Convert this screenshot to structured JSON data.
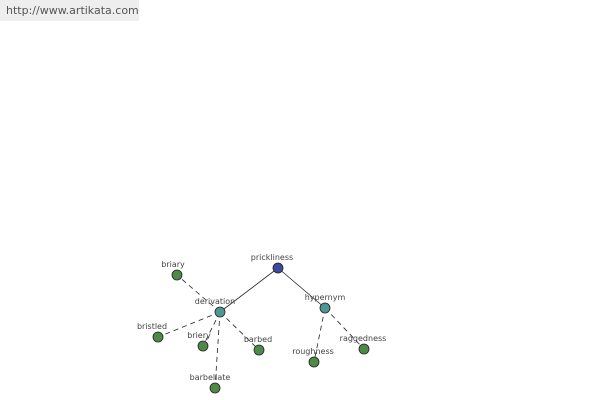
{
  "header": {
    "url": "http://www.artikata.com"
  },
  "graph": {
    "colors": {
      "root": "#3d4a9e",
      "relation": "#4f9795",
      "leaf": "#4d8a47",
      "node_stroke": "#222222",
      "edge": "#222222"
    },
    "nodes": [
      {
        "id": "prickliness",
        "label": "prickliness",
        "kind": "root"
      },
      {
        "id": "derivation",
        "label": "derivation",
        "kind": "relation"
      },
      {
        "id": "hypernym",
        "label": "hypernym",
        "kind": "relation"
      },
      {
        "id": "briary",
        "label": "briary",
        "kind": "leaf"
      },
      {
        "id": "bristled",
        "label": "bristled",
        "kind": "leaf"
      },
      {
        "id": "briery",
        "label": "briery",
        "kind": "leaf"
      },
      {
        "id": "barbellate",
        "label": "barbellate",
        "kind": "leaf"
      },
      {
        "id": "barbed",
        "label": "barbed",
        "kind": "leaf"
      },
      {
        "id": "roughness",
        "label": "roughness",
        "kind": "leaf"
      },
      {
        "id": "raggedness",
        "label": "raggedness",
        "kind": "leaf"
      }
    ],
    "edges": [
      {
        "from": "prickliness",
        "to": "derivation",
        "style": "solid"
      },
      {
        "from": "prickliness",
        "to": "hypernym",
        "style": "solid"
      },
      {
        "from": "derivation",
        "to": "briary",
        "style": "dashed"
      },
      {
        "from": "derivation",
        "to": "bristled",
        "style": "dashed"
      },
      {
        "from": "derivation",
        "to": "briery",
        "style": "dashed"
      },
      {
        "from": "derivation",
        "to": "barbellate",
        "style": "dashed"
      },
      {
        "from": "derivation",
        "to": "barbed",
        "style": "dashed"
      },
      {
        "from": "hypernym",
        "to": "roughness",
        "style": "dashed"
      },
      {
        "from": "hypernym",
        "to": "raggedness",
        "style": "dashed"
      }
    ]
  }
}
